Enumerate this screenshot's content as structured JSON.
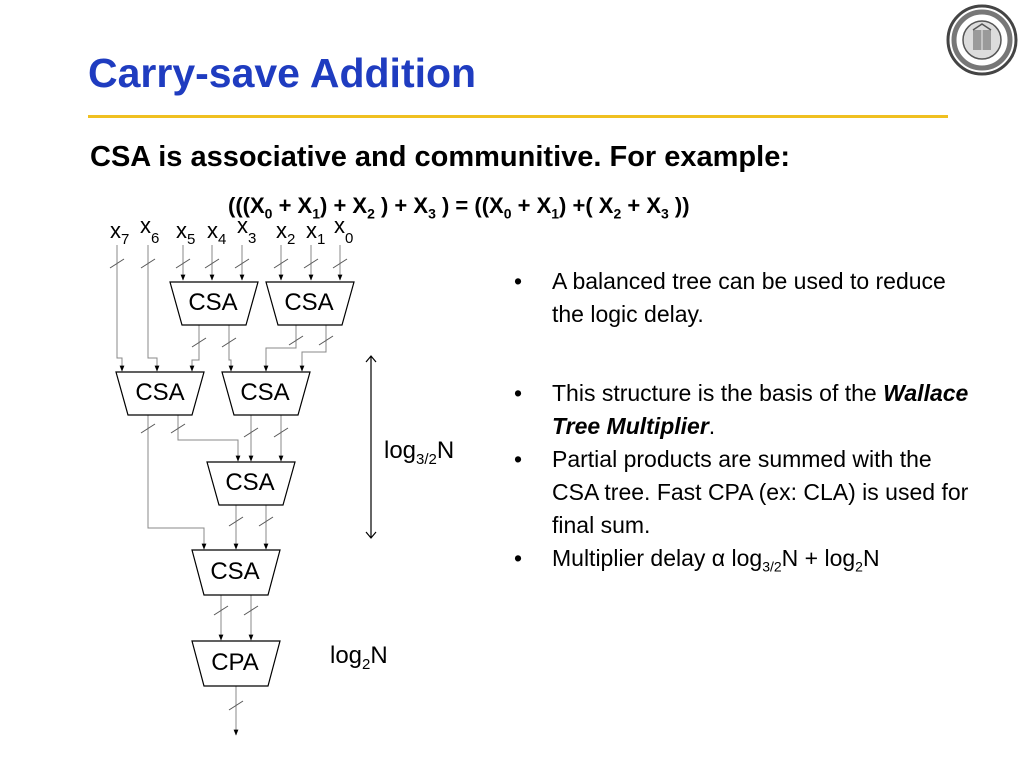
{
  "slide": {
    "title": "Carry-save Addition",
    "subtitle": "CSA is associative and communitive.  For example:"
  },
  "equation": {
    "p1": "(((X",
    "s1": "0",
    "p2": " + X",
    "s2": "1",
    "p3": ") + X",
    "s3": "2",
    "p4": " ) + X",
    "s4": "3",
    "p5": " ) = ((X",
    "s5": "0",
    "p6": " + X",
    "s6": "1",
    "p7": ") +( X",
    "s7": "2",
    "p8": " + X",
    "s8": "3",
    "p9": " ))"
  },
  "diagram": {
    "inputs": [
      {
        "base": "x",
        "sub": "7"
      },
      {
        "base": "x",
        "sub": "6"
      },
      {
        "base": "x",
        "sub": "5"
      },
      {
        "base": "x",
        "sub": "4"
      },
      {
        "base": "x",
        "sub": "3"
      },
      {
        "base": "x",
        "sub": "2"
      },
      {
        "base": "x",
        "sub": "1"
      },
      {
        "base": "x",
        "sub": "0"
      }
    ],
    "block_labels": {
      "csa": "CSA",
      "cpa": "CPA"
    },
    "log_tree": {
      "base": "log",
      "sub": "3/2",
      "tail": "N"
    },
    "log_cpa": {
      "base": "log",
      "sub": "2",
      "tail": "N"
    }
  },
  "bullets": {
    "b1": "A balanced tree can be used to reduce the logic delay.",
    "b2_pre": "This structure is the basis of the ",
    "b2_em": "Wallace Tree Multiplier",
    "b2_post": ".",
    "b3": "Partial products are summed with the CSA tree.  Fast CPA (ex: CLA) is used for final sum.",
    "b4_pre": "Multiplier delay ",
    "b4_symbol": "α",
    "b4_log1": " log",
    "b4_sub1": "3/2",
    "b4_mid": "N + log",
    "b4_sub2": "2",
    "b4_tail": "N",
    "bullet_char": "•"
  },
  "colors": {
    "title": "#1f3cc0",
    "rule": "#f0c020",
    "seal": "#555555"
  },
  "icons": {
    "logo": "university-seal-icon"
  }
}
